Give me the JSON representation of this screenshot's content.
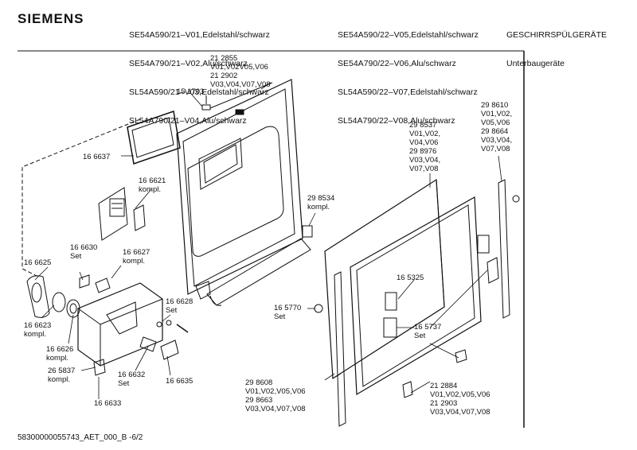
{
  "header": {
    "brand": "SIEMENS",
    "models_col1": [
      "SE54A590/21–V01,Edelstahl/schwarz",
      "SE54A790/21–V02,Alu/schwarz",
      "SL54A590/21–V03,Edelstahl/schwarz",
      "SL54A790/21–V04,Alu/schwarz"
    ],
    "models_col2": [
      "SE54A590/22–V05,Edelstahl/schwarz",
      "SE54A790/22–V06,Alu/schwarz",
      "SL54A590/22–V07,Edelstahl/schwarz",
      "SL54A790/22–V08,Alu/schwarz"
    ],
    "category": [
      "GESCHIRRSPÜLGERÄTE",
      "Unterbaugeräte"
    ]
  },
  "labels": {
    "l_212855": "21 2855\nV01,V02V05,V06\n21 2902\nV03,V04,V07,V08",
    "l_151703": "15 1703",
    "l_166637": "16 6637",
    "l_166621": "16 6621\nkompl.",
    "l_298534": "29 8534\nkompl.",
    "l_298537": "29 8537\nV01,V02,\nV04,V06\n29 8976\nV03,V04,\nV07,V08",
    "l_298610": "29 8610\nV01,V02,\nV05,V06\n29 8664\nV03,V04,\nV07,V08",
    "l_166630": "16 6630\nSet",
    "l_166627": "16 6627\nkompl.",
    "l_166625": "16 6625",
    "l_166623": "16 6623\nkompl.",
    "l_166626": "16 6626\nkompl.",
    "l_265837": "26 5837\nkompl.",
    "l_166628": "16 6628\nSet",
    "l_166632": "16 6632\nSet",
    "l_166635": "16 6635",
    "l_166633": "16 6633",
    "l_165325": "16 5325",
    "l_165770": "16 5770\nSet",
    "l_165737": "16 5737\nSet",
    "l_298608": "29 8608\nV01,V02,V05,V06\n29 8663\nV03,V04,V07,V08",
    "l_212884": "21 2884\nV01,V02,V05,V06\n21 2903\nV03,V04,V07,V08"
  },
  "footer": {
    "doc_id": "58300000055743_AET_000_B   -6/2"
  }
}
